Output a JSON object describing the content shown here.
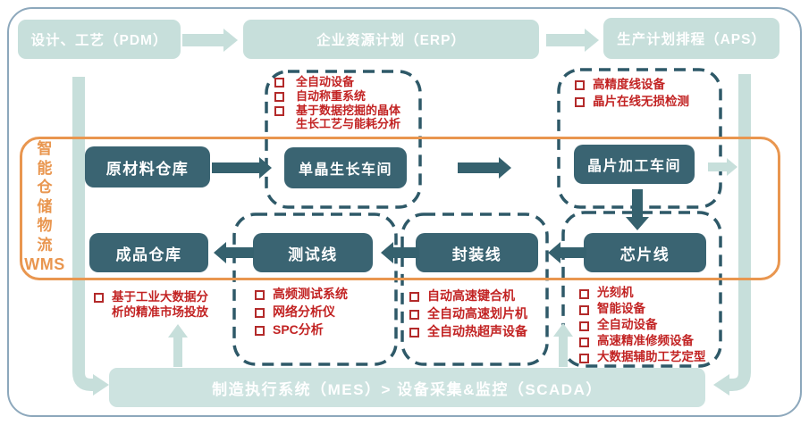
{
  "colors": {
    "light_teal": "#c7dfdb",
    "bar_teal": "#cde3e0",
    "dark_teal": "#3a6472",
    "dashed_border": "#2e5968",
    "orange_accent": "#e9964f",
    "red_text": "#c22323",
    "outer_frame": "#8da8bc"
  },
  "top_row": {
    "pdm": "设计、工艺（PDM）",
    "erp": "企业资源计划（ERP）",
    "aps": "生产计划排程（APS）"
  },
  "wms": {
    "vertical": "智能仓储物流",
    "code": "WMS"
  },
  "stations": {
    "raw_material": "原材料仓库",
    "crystal_growth": "单晶生长车间",
    "wafer_processing": "晶片加工车间",
    "finished_goods": "成品仓库",
    "test_line": "测试线",
    "packaging_line": "封装线",
    "chip_line": "芯片线"
  },
  "features": {
    "crystal_growth": [
      "全自动设备",
      "自动称重系统",
      "基于数据挖掘的晶体生长工艺与能耗分析"
    ],
    "wafer_processing": [
      "高精度线设备",
      "晶片在线无损检测"
    ],
    "finished_goods": [
      "基于工业大数据分析的精准市场投放"
    ],
    "test_line": [
      "高频测试系统",
      "网络分析仪",
      "SPC分析"
    ],
    "packaging_line": [
      "自动高速键合机",
      "全自动高速划片机",
      "全自动热超声设备"
    ],
    "chip_line": [
      "光刻机",
      "智能设备",
      "全自动设备",
      "高速精准修频设备",
      "大数据辅助工艺定型"
    ]
  },
  "bottom_bar": "制造执行系统（MES）> 设备采集&监控（SCADA）"
}
